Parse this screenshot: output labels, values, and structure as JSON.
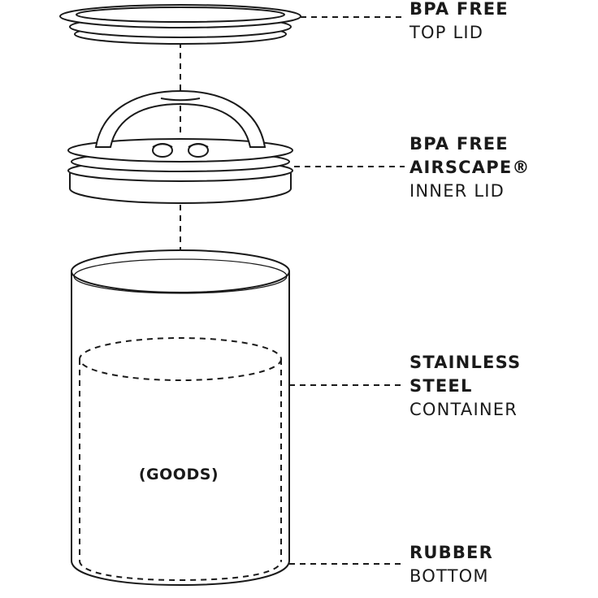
{
  "labels": {
    "top_lid": {
      "line1": "BPA FREE",
      "line2": "TOP LID"
    },
    "inner_lid": {
      "line1": "BPA FREE",
      "line2": "AIRSCAPE®",
      "line3": "INNER LID"
    },
    "container": {
      "line1": "STAINLESS",
      "line2": "STEEL",
      "line3": "CONTAINER"
    },
    "bottom": {
      "line1": "RUBBER",
      "line2": "BOTTOM"
    }
  },
  "goods": "(GOODS)",
  "colors": {
    "ink": "#1a1a1a",
    "background": "#ffffff"
  }
}
